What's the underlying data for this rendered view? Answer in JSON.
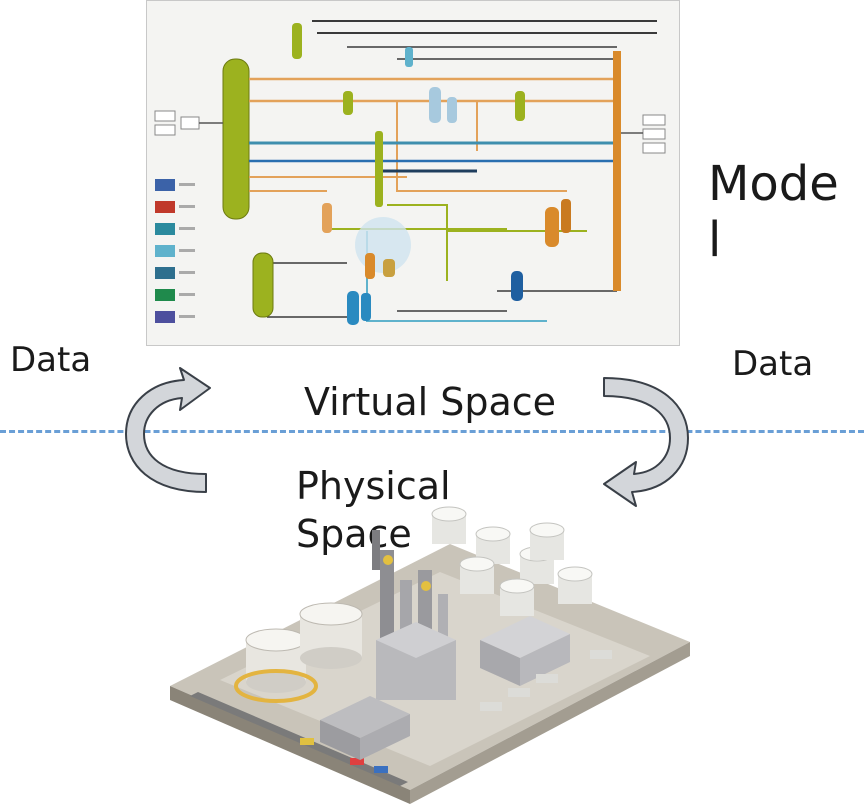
{
  "labels": {
    "model_line1": "Mode",
    "model_line2": "l",
    "data_left": "Data",
    "data_right": "Data",
    "virtual_space": "Virtual Space",
    "physical_line1": "Physical",
    "physical_line2": "Space"
  },
  "colors": {
    "divider": "#6a9fd6",
    "arrow_fill": "#d3d6da",
    "arrow_stroke": "#3a4048",
    "pfd_orange": "#e3a25a",
    "pfd_green": "#9cb21f",
    "pfd_teal": "#3f8fae",
    "pfd_blue": "#2a6fb0"
  },
  "pfd_legend_colors": [
    "#3b62a8",
    "#c0392b",
    "#2b8a9e",
    "#5fb2cc",
    "#2e6f8e",
    "#1f8a4c",
    "#4d4f9e"
  ]
}
